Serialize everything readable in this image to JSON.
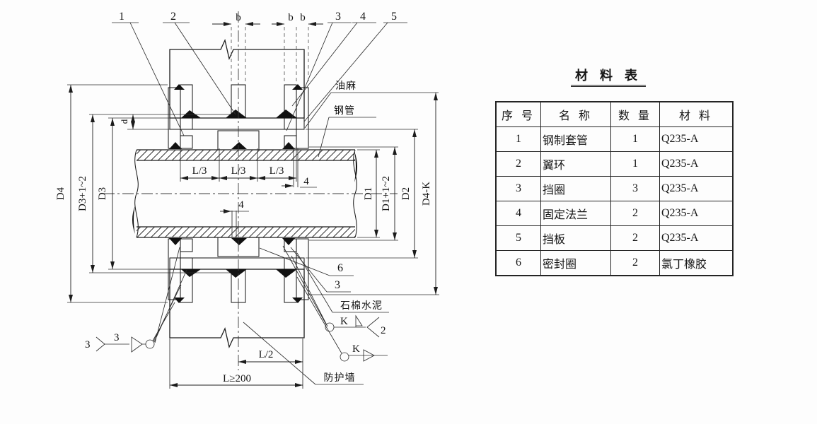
{
  "drawing": {
    "callouts": {
      "n1": "1",
      "n2": "2",
      "n3": "3",
      "n4": "4",
      "n5": "5",
      "n6": "6"
    },
    "dims": {
      "b": "b",
      "d4": "D4",
      "d3_plus": "D3+1~2",
      "d3": "D3",
      "d_small": "d",
      "d1": "D1",
      "d1_plus": "D1+1~2",
      "d2": "D2",
      "d4_k": "D4-K",
      "l3": "L/3",
      "four": "4",
      "l2": "L/2",
      "l_min": "L≥200"
    },
    "labels": {
      "oakum": "油麻",
      "steel_pipe": "钢管",
      "asbestos_cement": "石棉水泥",
      "protective_wall": "防护墙"
    },
    "welds": {
      "k": "K",
      "two": "2",
      "three": "3"
    }
  },
  "table": {
    "title": "材 料 表",
    "headers": {
      "no": "序 号",
      "name": "名 称",
      "qty": "数 量",
      "material": "材 料"
    },
    "rows": [
      {
        "no": "1",
        "name": "钢制套管",
        "qty": "1",
        "material": "Q235-A"
      },
      {
        "no": "2",
        "name": "翼环",
        "qty": "1",
        "material": "Q235-A"
      },
      {
        "no": "3",
        "name": "挡圈",
        "qty": "3",
        "material": "Q235-A"
      },
      {
        "no": "4",
        "name": "固定法兰",
        "qty": "2",
        "material": "Q235-A"
      },
      {
        "no": "5",
        "name": "挡板",
        "qty": "2",
        "material": "Q235-A"
      },
      {
        "no": "6",
        "name": "密封圈",
        "qty": "2",
        "material": "氯丁橡胶"
      }
    ]
  }
}
